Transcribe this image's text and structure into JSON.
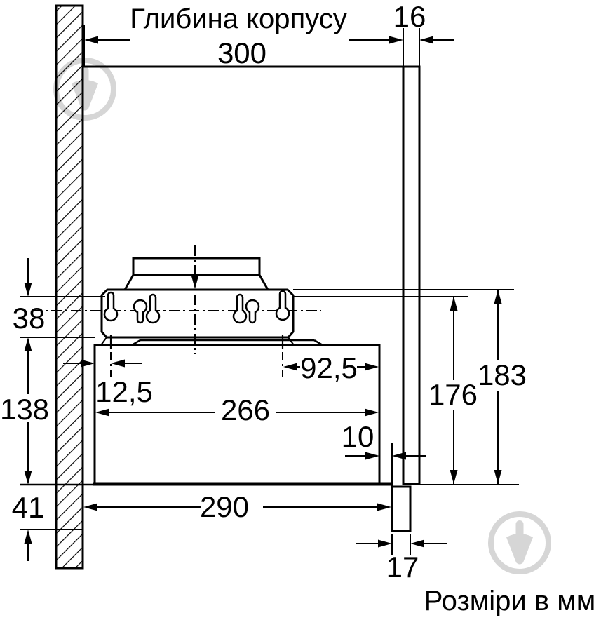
{
  "labels": {
    "title": "Глибина корпусу",
    "units_note": "Розміри в мм"
  },
  "dimensions": {
    "body_depth": "300",
    "panel_thickness": "16",
    "mounting_plate_height": "38",
    "body_height": "138",
    "lower_section_height": "41",
    "keyhole_left_offset": "12,5",
    "keyhole_right_offset": "92,5",
    "body_width": "266",
    "front_gap": "10",
    "install_depth": "290",
    "front_strip_width": "17",
    "inner_height": "176",
    "overall_height": "183"
  },
  "colors": {
    "ink": "#000000",
    "background": "#ffffff",
    "watermark": "#d6d6d6"
  },
  "icons": {
    "watermark": "marketplace-logo-watermark-icon"
  }
}
